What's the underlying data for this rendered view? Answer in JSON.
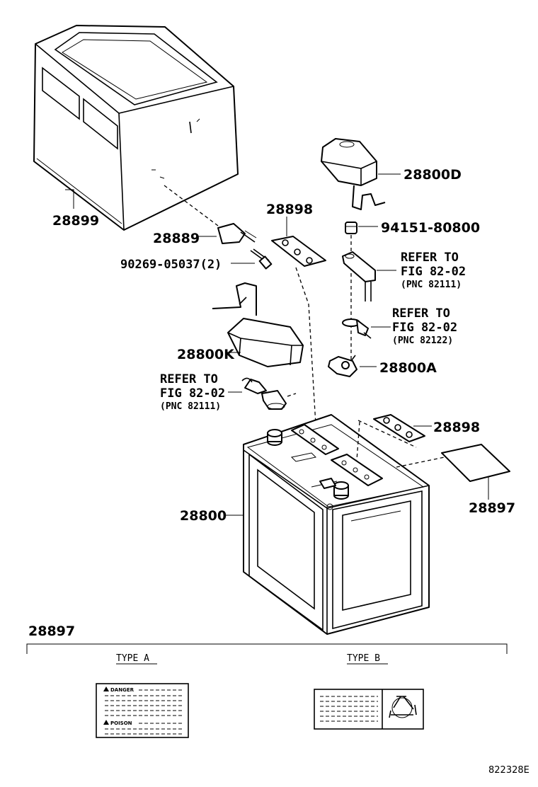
{
  "labels": {
    "tray": "28899",
    "clamp_bolt_holder": "28889",
    "bolt": "90269-05037(2)",
    "pad_top": "28898",
    "terminal_cover_pos": "28800D",
    "nut": "94151-80800",
    "ref1_line1": "REFER TO",
    "ref1_line2": "FIG 82-02",
    "ref1_pnc": "(PNC 82111)",
    "ref2_line1": "REFER TO",
    "ref2_line2": "FIG 82-02",
    "ref2_pnc": "(PNC 82122)",
    "terminal_cover_neg": "28800K",
    "terminal_clamp": "28800A",
    "ref3_line1": "REFER TO",
    "ref3_line2": "FIG 82-02",
    "ref3_pnc": "(PNC 82111)",
    "pad_right": "28898",
    "battery": "28800",
    "label_sheet": "28897"
  },
  "legend": {
    "title": "28897",
    "type_a": "TYPE A",
    "type_b": "TYPE B",
    "danger": "DANGER",
    "poison": "POISON"
  },
  "diagram_code": "822328E"
}
